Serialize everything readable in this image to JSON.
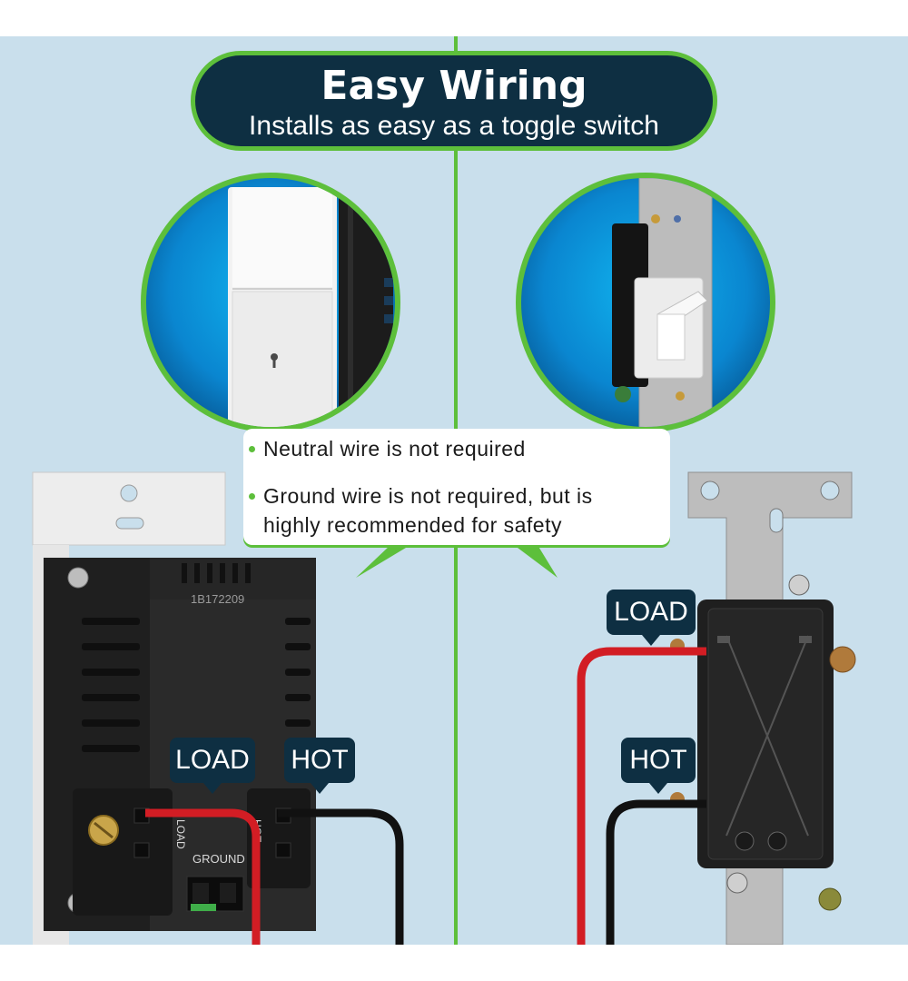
{
  "banner": {
    "title": "Easy Wiring",
    "subtitle": "Installs as easy as a toggle switch"
  },
  "notes": [
    {
      "text_line1": "Neutral wire is not required",
      "text_line2": ""
    },
    {
      "text_line1": "Ground wire is not required, but is",
      "text_line2": "highly recommended for safety"
    }
  ],
  "left_device": {
    "model_number": "1B172209",
    "terminal_load_print": "LOAD",
    "terminal_hot_print": "HOT",
    "ground_print": "GROUND",
    "load_tag": "LOAD",
    "hot_tag": "HOT"
  },
  "right_device": {
    "load_tag": "LOAD",
    "hot_tag": "HOT"
  },
  "colors": {
    "accent_green": "#5dbf3b",
    "navy": "#0e2f42",
    "background": "#c9dfec",
    "wire_red": "#d21d24",
    "wire_black": "#111111"
  }
}
